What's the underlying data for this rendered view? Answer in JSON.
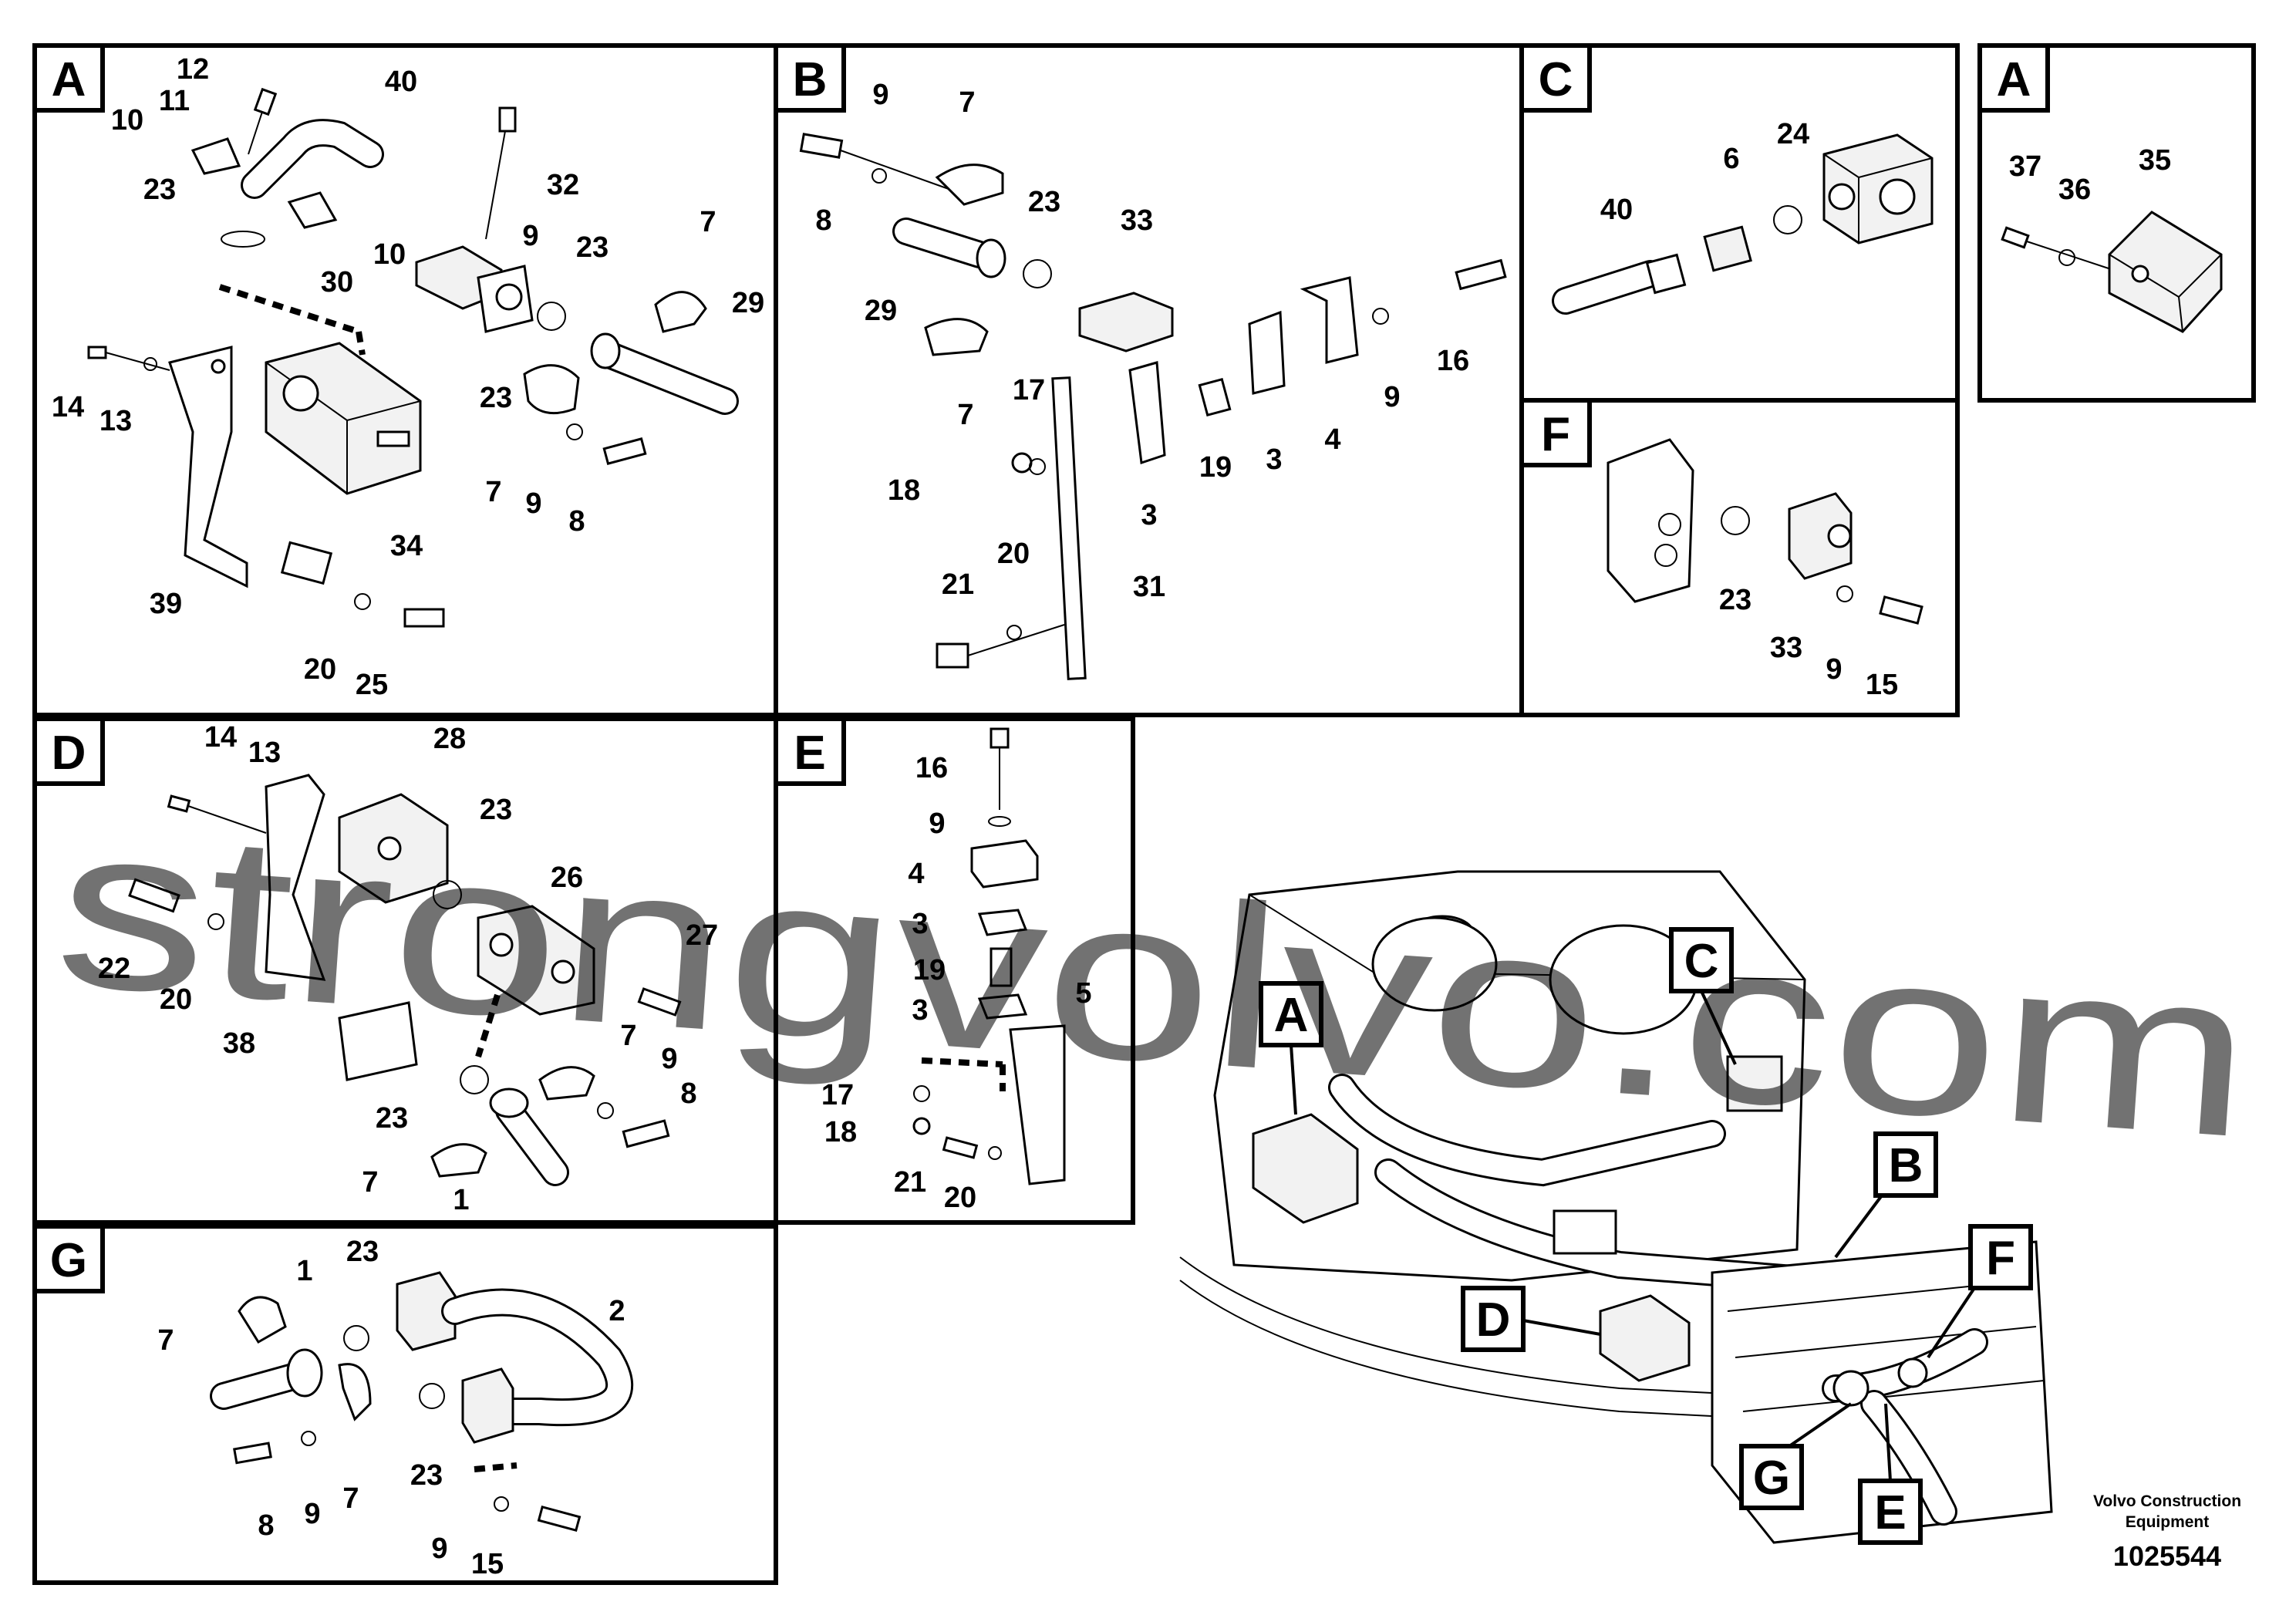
{
  "panels": [
    {
      "id": "A",
      "label": "A",
      "callouts": [
        "12",
        "11",
        "10",
        "40",
        "32",
        "23",
        "9",
        "10",
        "30",
        "23",
        "7",
        "29",
        "14",
        "13",
        "23",
        "7",
        "9",
        "8",
        "34",
        "39",
        "20",
        "25"
      ]
    },
    {
      "id": "B",
      "label": "B",
      "callouts": [
        "9",
        "7",
        "8",
        "23",
        "33",
        "29",
        "7",
        "16",
        "17",
        "9",
        "18",
        "19",
        "3",
        "4",
        "3",
        "21",
        "20",
        "31"
      ]
    },
    {
      "id": "C",
      "label": "C",
      "callouts": [
        "40",
        "6",
        "24"
      ]
    },
    {
      "id": "A2",
      "label": "A",
      "callouts": [
        "37",
        "36",
        "35"
      ]
    },
    {
      "id": "F",
      "label": "F",
      "callouts": [
        "23",
        "33",
        "9",
        "15"
      ]
    },
    {
      "id": "D",
      "label": "D",
      "callouts": [
        "14",
        "13",
        "28",
        "23",
        "26",
        "22",
        "20",
        "38",
        "27",
        "7",
        "9",
        "8",
        "23",
        "7",
        "1"
      ]
    },
    {
      "id": "E",
      "label": "E",
      "callouts": [
        "16",
        "9",
        "4",
        "3",
        "19",
        "3",
        "5",
        "17",
        "18",
        "21",
        "20"
      ]
    },
    {
      "id": "G",
      "label": "G",
      "callouts": [
        "7",
        "1",
        "23",
        "2",
        "8",
        "9",
        "7",
        "23",
        "9",
        "15"
      ]
    }
  ],
  "overview_labels": [
    "A",
    "C",
    "B",
    "F",
    "D",
    "G",
    "E"
  ],
  "footer": {
    "brand_line1": "Volvo Construction",
    "brand_line2": "Equipment",
    "doc_number": "1025544"
  },
  "watermark": "strongvolvo.com",
  "colors": {
    "line": "#000000",
    "background": "#ffffff",
    "watermark": "#e05a5a"
  }
}
